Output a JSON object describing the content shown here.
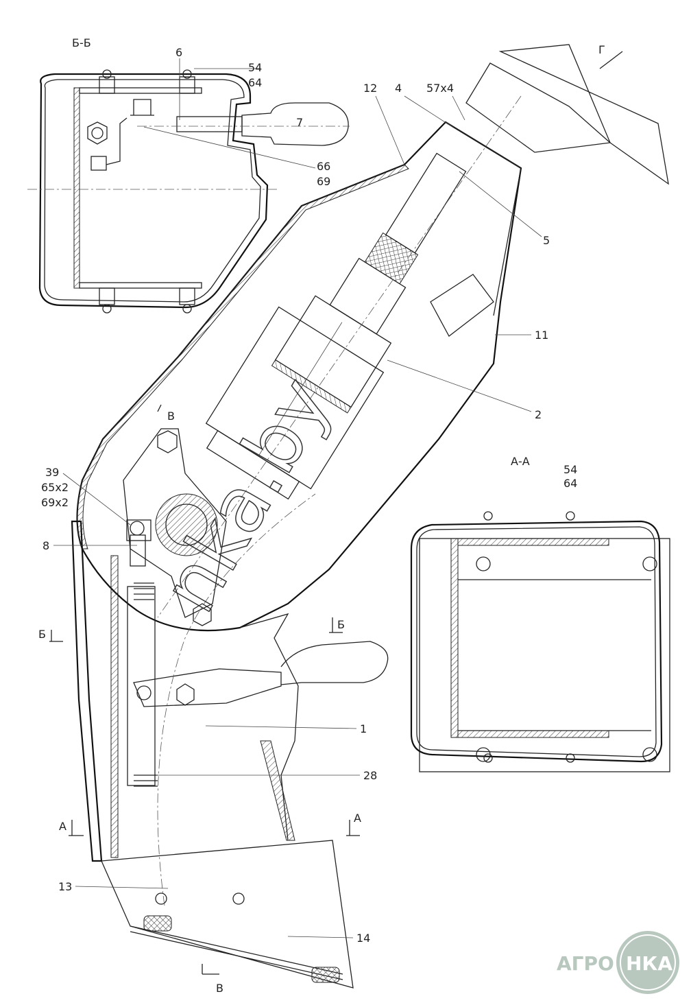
{
  "drawing": {
    "section_bb": {
      "title": "Б-Б",
      "labels": [
        "6",
        "54",
        "64",
        "7",
        "66",
        "69"
      ]
    },
    "section_aa": {
      "title": "А-А",
      "labels": [
        "54",
        "64"
      ]
    },
    "view_arrow": "Г",
    "main_labels": {
      "l12": "12",
      "l4": "4",
      "l57": "57x4",
      "l5": "5",
      "l11": "11",
      "l2": "2",
      "l39": "39",
      "l65": "65x2",
      "l69": "69x2",
      "l8": "8",
      "l1": "1",
      "l28": "28",
      "l13": "13",
      "l14": "14"
    },
    "cut_marks": {
      "b_left": "Б",
      "b_right": "Б",
      "a_left": "А",
      "a_right": "А",
      "v_top": "В",
      "v_bottom": "В"
    },
    "watermark": "nka.by",
    "logo": "АГРО НКА"
  }
}
